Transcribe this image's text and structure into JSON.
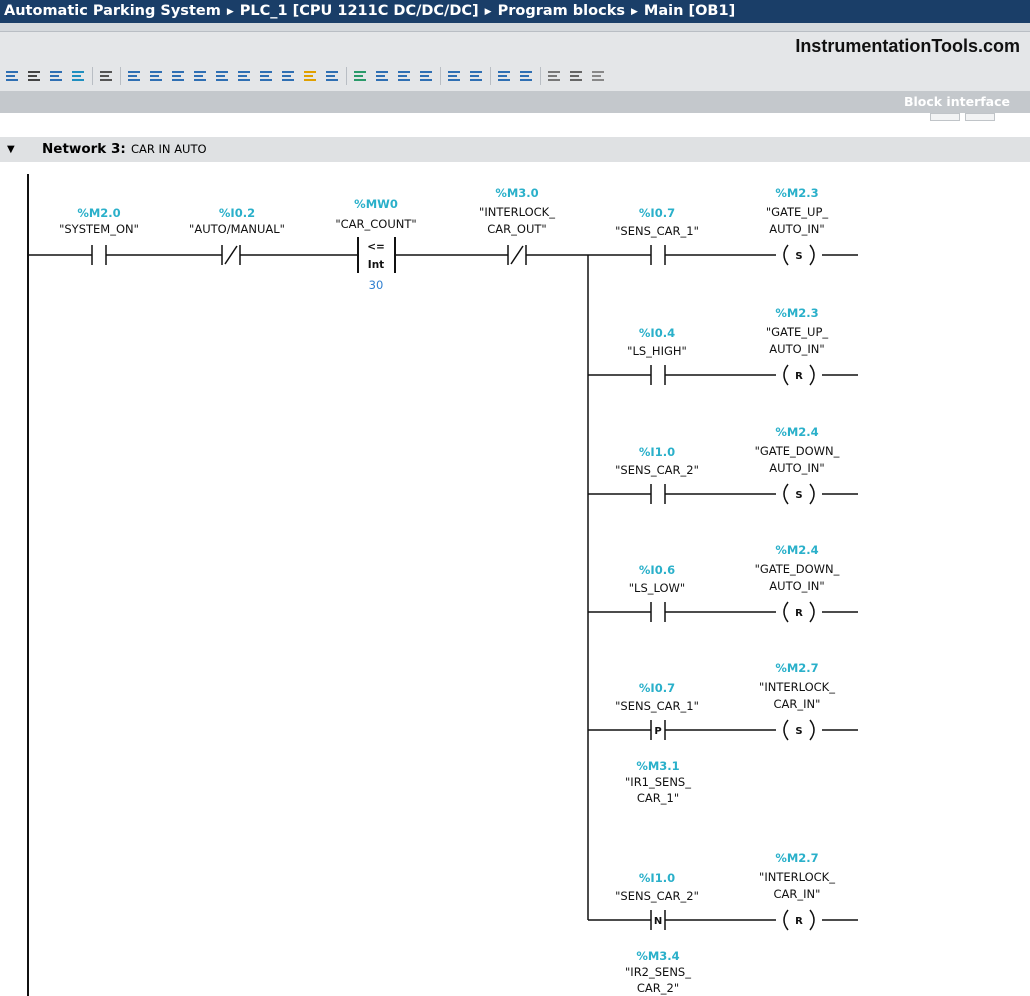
{
  "breadcrumb": [
    "Automatic Parking System",
    "PLC_1 [CPU 1211C DC/DC/DC]",
    "Program blocks",
    "Main [OB1]"
  ],
  "brand": "InstrumentationTools.com",
  "block_interface_label": "Block interface",
  "network": {
    "title": "Network 3:",
    "comment": "CAR IN AUTO"
  },
  "toolbar_icons": [
    "insert-network-icon",
    "delete-network-icon",
    "insert-row-icon",
    "append-row-icon",
    "contact-icon",
    "network-list-icon",
    "open-all-icon",
    "close-all-icon",
    "comment-icon",
    "absolute-operand-icon",
    "symbol-info-icon",
    "operand-display-icon",
    "collapse-icon",
    "favorite-icon",
    "go-to-error-icon",
    "monitor-icon",
    "set-icon",
    "reset-icon",
    "status-icon",
    "step-icon",
    "next-icon",
    "call-icon",
    "return-icon",
    "watch-icon",
    "monitoring-icon",
    "database-icon"
  ],
  "rung": {
    "c1": {
      "addr": "%M2.0",
      "sym": "\"SYSTEM_ON\""
    },
    "c2": {
      "addr": "%I0.2",
      "sym": "\"AUTO/MANUAL\""
    },
    "cmp": {
      "addr": "%MW0",
      "sym": "\"CAR_COUNT\"",
      "op": "<=",
      "type": "Int",
      "value": "30"
    },
    "c3": {
      "addr": "%M3.0",
      "sym1": "\"INTERLOCK_",
      "sym2": "CAR_OUT\""
    }
  },
  "branches": [
    {
      "c_addr": "%I0.7",
      "c_sym": "\"SENS_CAR_1\"",
      "edge": "",
      "coil_addr": "%M2.3",
      "coil_sym1": "\"GATE_UP_",
      "coil_sym2": "AUTO_IN\"",
      "coil": "S"
    },
    {
      "c_addr": "%I0.4",
      "c_sym": "\"LS_HIGH\"",
      "edge": "",
      "coil_addr": "%M2.3",
      "coil_sym1": "\"GATE_UP_",
      "coil_sym2": "AUTO_IN\"",
      "coil": "R"
    },
    {
      "c_addr": "%I1.0",
      "c_sym": "\"SENS_CAR_2\"",
      "edge": "",
      "coil_addr": "%M2.4",
      "coil_sym1": "\"GATE_DOWN_",
      "coil_sym2": "AUTO_IN\"",
      "coil": "S"
    },
    {
      "c_addr": "%I0.6",
      "c_sym": "\"LS_LOW\"",
      "edge": "",
      "coil_addr": "%M2.4",
      "coil_sym1": "\"GATE_DOWN_",
      "coil_sym2": "AUTO_IN\"",
      "coil": "R"
    },
    {
      "c_addr": "%I0.7",
      "c_sym": "\"SENS_CAR_1\"",
      "edge": "P",
      "edge_addr": "%M3.1",
      "edge_sym1": "\"IR1_SENS_",
      "edge_sym2": "CAR_1\"",
      "coil_addr": "%M2.7",
      "coil_sym1": "\"INTERLOCK_",
      "coil_sym2": "CAR_IN\"",
      "coil": "S"
    },
    {
      "c_addr": "%I1.0",
      "c_sym": "\"SENS_CAR_2\"",
      "edge": "N",
      "edge_addr": "%M3.4",
      "edge_sym1": "\"IR2_SENS_",
      "edge_sym2": "CAR_2\"",
      "coil_addr": "%M2.7",
      "coil_sym1": "\"INTERLOCK_",
      "coil_sym2": "CAR_IN\"",
      "coil": "R"
    }
  ]
}
